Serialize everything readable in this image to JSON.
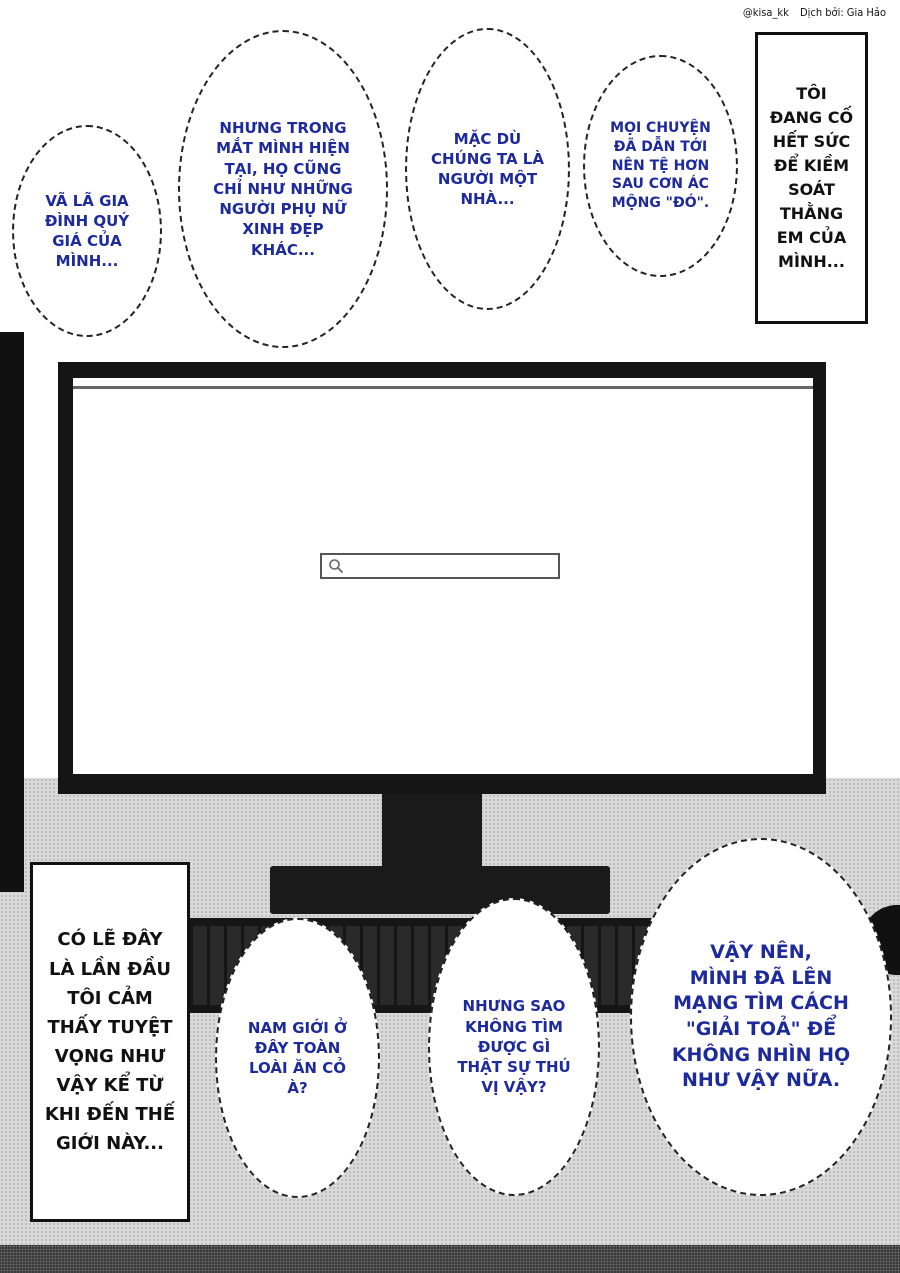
{
  "credits": {
    "author": "@kisa_kk",
    "translator": "Dịch bởi: Gia Hảo"
  },
  "top_bubbles": [
    {
      "text": "VÃ LÃ GIA\nĐÌNH QUÝ\nGIÁ CỦA\nMÌNH..."
    },
    {
      "text": "NHƯNG TRONG\nMẮT MÌNH HIỆN\nTẠI, HỌ CŨNG\nCHỈ NHƯ NHỮNG\nNGƯỜI PHỤ NỮ\nXINH ĐẸP\nKHÁC..."
    },
    {
      "text": "MẶC DÙ\nCHÚNG TA LÀ\nNGƯỜI MỘT\nNHÀ..."
    },
    {
      "text": "MỌI CHUYỆN\nĐÃ DẪN TỚI\nNÊN TỆ HƠN\nSAU CƠN ÁC\nMỘNG \"ĐÓ\"."
    }
  ],
  "top_box": {
    "text": "TÔI\nĐANG CỐ\nHẾT SỨC\nĐỂ KIỀM\nSOÁT\nTHẰNG\nEM CỦA\nMÌNH..."
  },
  "bottom_box": {
    "text": "CÓ LẼ ĐÂY\nLÀ LẦN ĐẦU\nTÔI CẢM\nTHẤY TUYỆT\nVỌNG NHƯ\nVẬY KỂ TỪ\nKHI ĐẾN THẾ\nGIỚI NÀY..."
  },
  "bottom_bubbles": [
    {
      "text": "NAM GIỚI Ở\nĐÂY TOÀN\nLOÀI ĂN CỎ\nÀ?"
    },
    {
      "text": "NHƯNG SAO\nKHÔNG TÌM\nĐƯỢC GÌ\nTHẬT SỰ THÚ\nVỊ VẬY?"
    },
    {
      "text": "VẬY NÊN,\nMÌNH ĐÃ LÊN\nMẠNG TÌM CÁCH\n\"GIẢI TOẢ\" ĐỂ\nKHÔNG NHÌN HỌ\nNHƯ VẬY NỮA."
    }
  ],
  "search": {
    "icon": "search-icon",
    "value": ""
  },
  "colors": {
    "dialogue": "#1d2a9c",
    "ink": "#111111"
  }
}
